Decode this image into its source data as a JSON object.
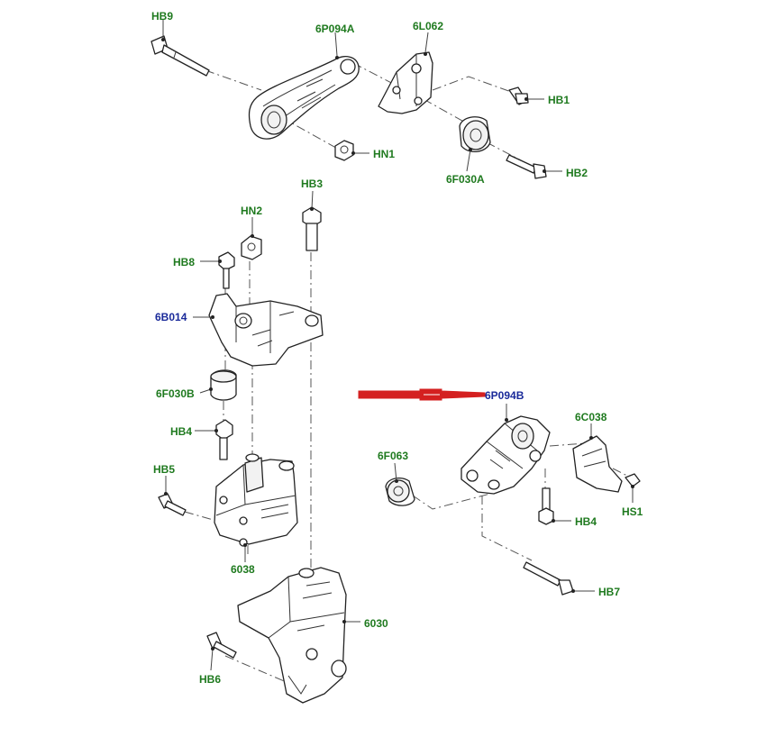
{
  "labels": {
    "hb9": "HB9",
    "p6p094a": "6P094A",
    "p6l062": "6L062",
    "hb1": "HB1",
    "hn1": "HN1",
    "p6f030a": "6F030A",
    "hb2": "HB2",
    "hb3": "HB3",
    "hn2": "HN2",
    "hb8": "HB8",
    "p6b014": "6B014",
    "p6f030b": "6F030B",
    "hb4_left": "HB4",
    "hb5": "HB5",
    "p6038": "6038",
    "p6030": "6030",
    "hb6": "HB6",
    "p6p094b": "6P094B",
    "p6c038": "6C038",
    "p6f063": "6F063",
    "hb4_right": "HB4",
    "hs1": "HS1",
    "hb7": "HB7"
  },
  "colors": {
    "label_green": "#1f7a1f",
    "label_blue": "#1a2a9a",
    "highlight_arrow": "#d42020"
  },
  "highlighted_part": "6P094B"
}
